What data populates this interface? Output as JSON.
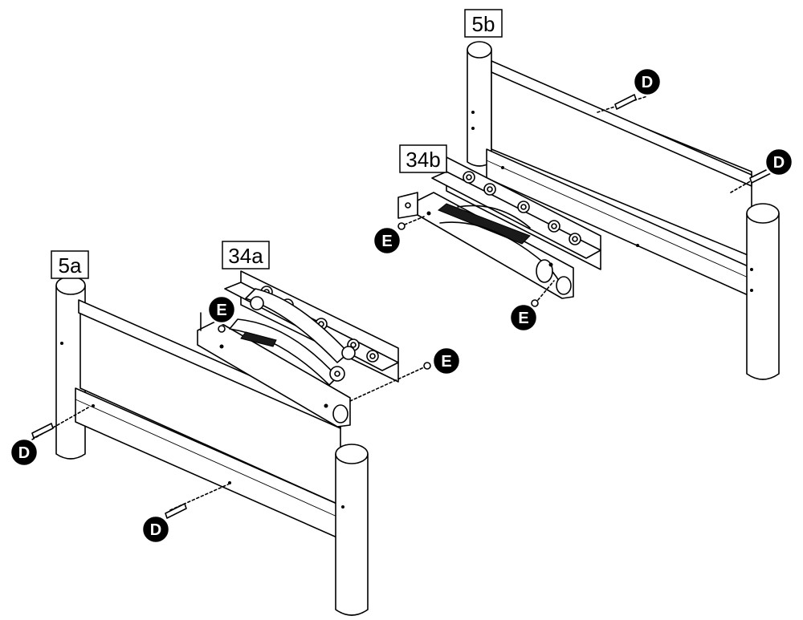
{
  "labels": {
    "frame_a": "5a",
    "frame_b": "5b",
    "hinge_a": "34a",
    "hinge_b": "34b"
  },
  "fasteners": {
    "screw": "D",
    "small_screw": "E"
  }
}
